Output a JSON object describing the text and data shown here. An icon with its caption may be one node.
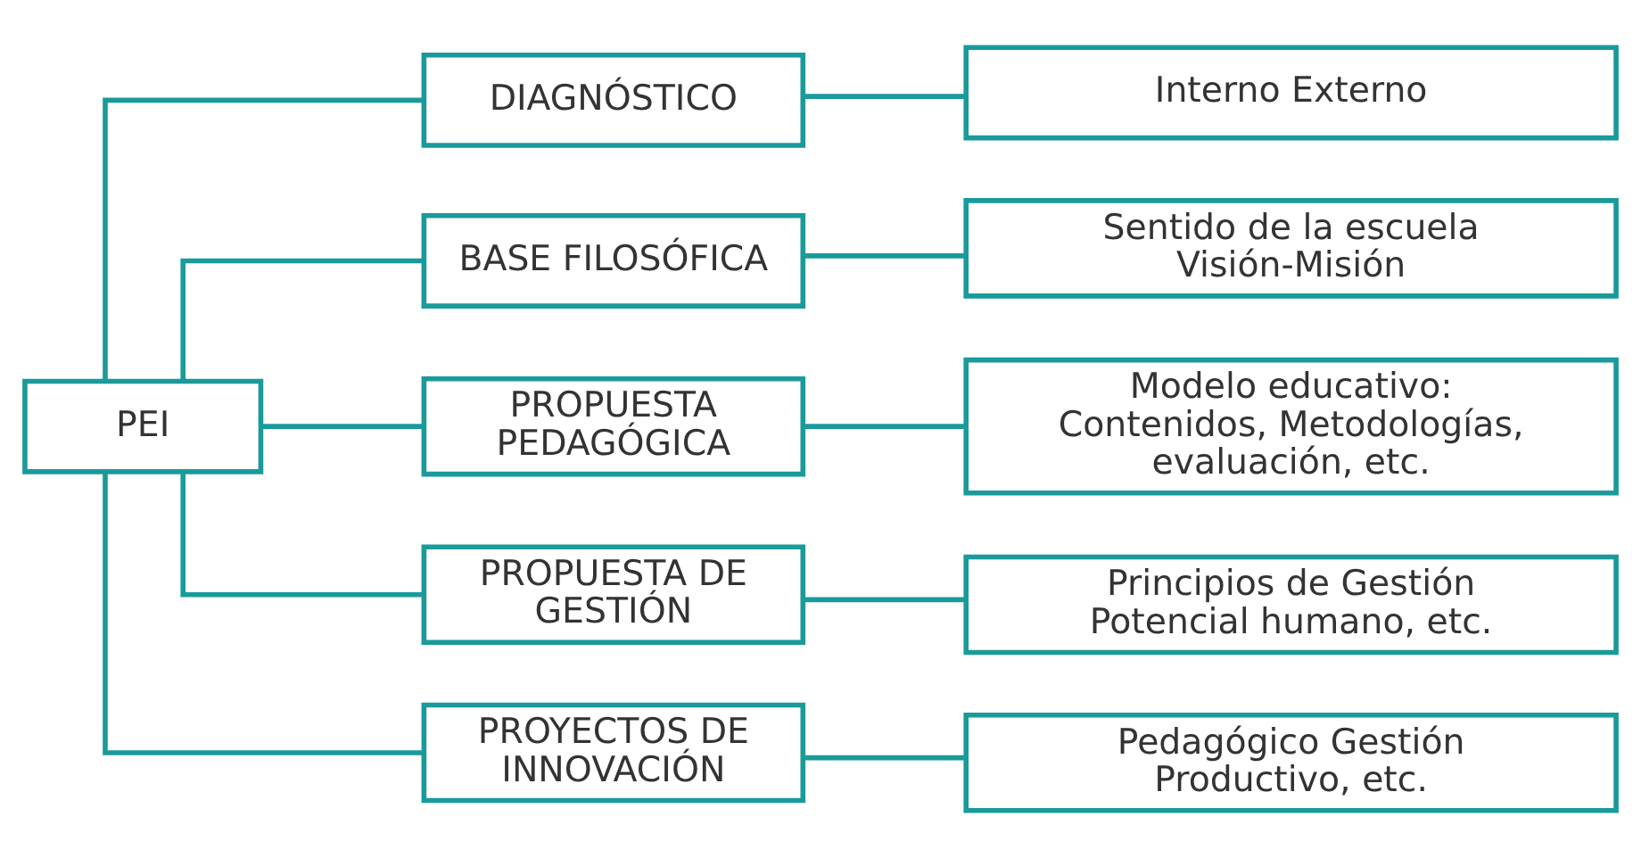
{
  "diagram": {
    "nodes": [
      {
        "text": [
          "PEI"
        ]
      },
      {
        "text": [
          "DIAGNÓSTICO"
        ]
      },
      {
        "text": [
          "BASE FILOSÓFICA"
        ]
      },
      {
        "text": [
          "PROPUESTA PEDAGÓGICA"
        ]
      },
      {
        "text": [
          "PROPUESTA DE GESTIÓN"
        ]
      },
      {
        "text": [
          "PROYECTOS DE INNOVACIÓN"
        ]
      },
      {
        "text": [
          "Interno Externo"
        ]
      },
      {
        "text": [
          "Sentido de la escuela Visión-Misión"
        ]
      },
      {
        "text": [
          "Modelo educativo: Contenidos, Metodologías, evaluación, etc."
        ]
      },
      {
        "text": [
          "Principios de Gestión Potencial humano, etc."
        ]
      },
      {
        "text": [
          "Pedagógico Gestión Productivo, etc."
        ]
      }
    ],
    "edges": [
      {
        "from": 0,
        "to": 1,
        "arrow": "none"
      },
      {
        "from": 0,
        "to": 2,
        "arrow": "none"
      },
      {
        "from": 0,
        "to": 3,
        "arrow": "none"
      },
      {
        "from": 0,
        "to": 4,
        "arrow": "none"
      },
      {
        "from": 0,
        "to": 5,
        "arrow": "none"
      },
      {
        "from": 1,
        "to": 6,
        "arrow": "none"
      },
      {
        "from": 2,
        "to": 7,
        "arrow": "none"
      },
      {
        "from": 3,
        "to": 8,
        "arrow": "none"
      },
      {
        "from": 4,
        "to": 9,
        "arrow": "none"
      },
      {
        "from": 5,
        "to": 10,
        "arrow": "none"
      }
    ]
  }
}
